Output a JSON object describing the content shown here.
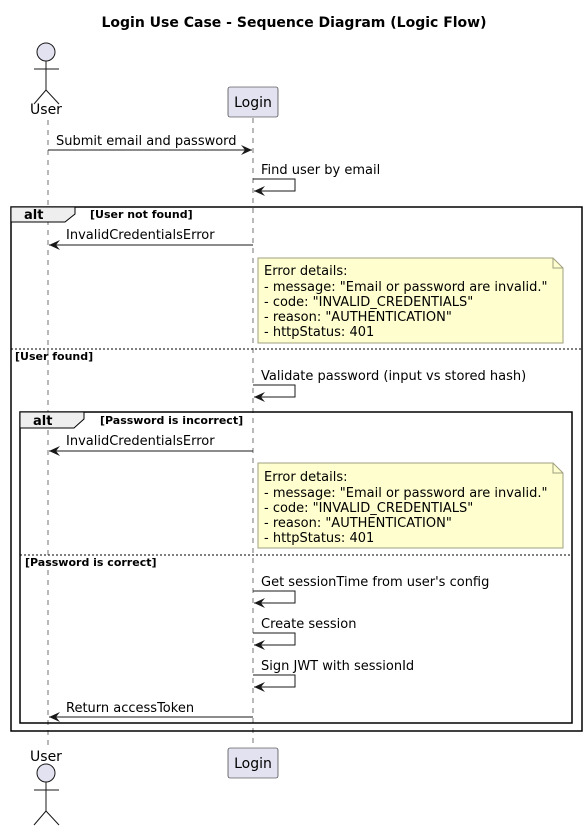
{
  "title": "Login Use Case - Sequence Diagram (Logic Flow)",
  "participants": {
    "user": "User",
    "login": "Login"
  },
  "messages": {
    "m1": "Submit email and password",
    "m2": "Find user by email",
    "m3": "InvalidCredentialsError",
    "m4": "Validate password (input vs stored hash)",
    "m5": "InvalidCredentialsError",
    "m6": "Get sessionTime from user's config",
    "m7": "Create session",
    "m8": "Sign JWT with sessionId",
    "m9": "Return accessToken"
  },
  "notes": {
    "n1": [
      "Error details:",
      "- message: \"Email or password are invalid.\"",
      "- code: \"INVALID_CREDENTIALS\"",
      "- reason: \"AUTHENTICATION\"",
      "- httpStatus: 401"
    ],
    "n2": [
      "Error details:",
      "- message: \"Email or password are invalid.\"",
      "- code: \"INVALID_CREDENTIALS\"",
      "- reason: \"AUTHENTICATION\"",
      "- httpStatus: 401"
    ]
  },
  "fragments": {
    "outer": {
      "label": "alt",
      "guard1": "[User not found]",
      "guard2": "[User found]"
    },
    "inner": {
      "label": "alt",
      "guard1": "[Password is incorrect]",
      "guard2": "[Password is correct]"
    }
  },
  "colors": {
    "participant_fill": "#e2e2f0",
    "participant_border": "#181818",
    "note_fill": "#fefece",
    "note_border": "#a0a080",
    "frame_fill": "#eeeeee"
  }
}
